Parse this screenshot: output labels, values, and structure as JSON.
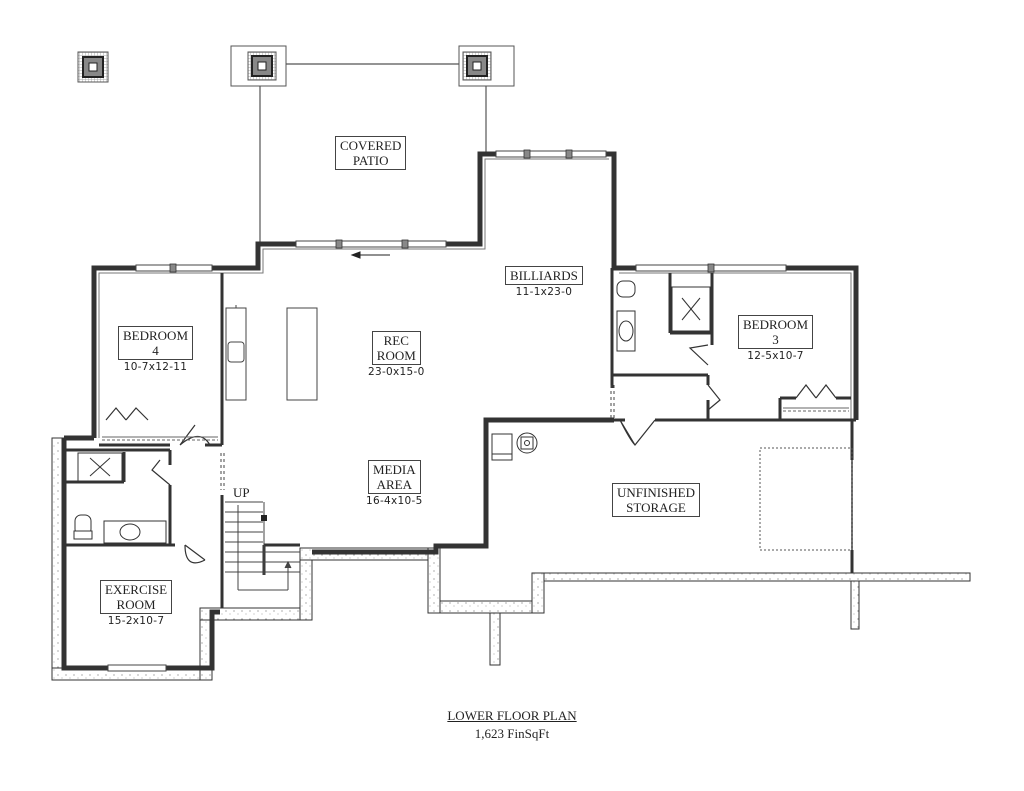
{
  "plan": {
    "title": "LOWER FLOOR PLAN",
    "subtitle": "1,623 FinSqFt"
  },
  "rooms": {
    "covered_patio": {
      "name_line1": "COVERED",
      "name_line2": "PATIO"
    },
    "bedroom4": {
      "name_line1": "BEDROOM",
      "name_line2": "4",
      "dims": "10-7x12-11"
    },
    "rec_room": {
      "name_line1": "REC",
      "name_line2": "ROOM",
      "dims": "23-0x15-0"
    },
    "billiards": {
      "name_line1": "BILLIARDS",
      "dims": "11-1x23-0"
    },
    "bedroom3": {
      "name_line1": "BEDROOM",
      "name_line2": "3",
      "dims": "12-5x10-7"
    },
    "media_area": {
      "name_line1": "MEDIA",
      "name_line2": "AREA",
      "dims": "16-4x10-5"
    },
    "unfinished_storage": {
      "name_line1": "UNFINISHED",
      "name_line2": "STORAGE"
    },
    "exercise_room": {
      "name_line1": "EXERCISE",
      "name_line2": "ROOM",
      "dims": "15-2x10-7"
    }
  },
  "annotations": {
    "stair_label": "UP"
  },
  "colors": {
    "wall": "#3a3a3a",
    "wall_fill": "#8c8c8c",
    "line": "#444444",
    "background": "#ffffff"
  }
}
